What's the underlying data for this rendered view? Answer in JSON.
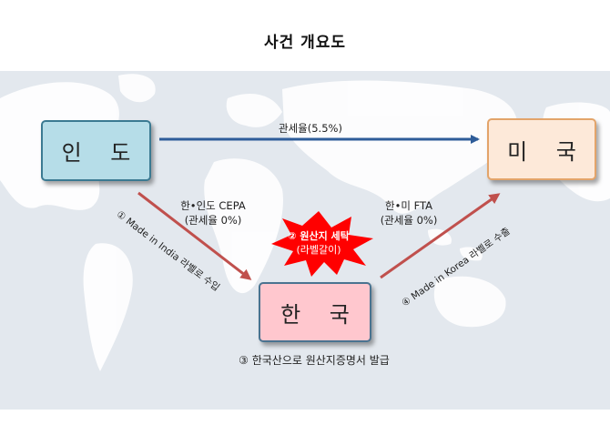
{
  "title": "사건 개요도",
  "nodes": {
    "india": "인 도",
    "usa": "미 국",
    "korea": "한 국"
  },
  "labels": {
    "india_usa_tariff": "관세율(5.5%)",
    "india_korea_agreement": "한•인도 CEPA",
    "india_korea_tariff": "(관세율 0%)",
    "korea_usa_agreement": "한•미 FTA",
    "korea_usa_tariff": "(관세율 0%)",
    "step1": "① Made in India 라벨로 수입",
    "step2_line1": "② 원산지 세탁",
    "step2_line2": "(라벨갈이)",
    "step3": "③ 한국산으로 원산지증명서 발급",
    "step4": "④ Made in Korea 라벨로 수출"
  },
  "colors": {
    "india_fill": "#b6dde8",
    "usa_fill": "#fde9d9",
    "korea_fill": "#ffc7ce",
    "arrow_blue": "#2e5c99",
    "arrow_red": "#c0504d",
    "burst": "#ff0000",
    "map_bg": "#e3e8ee",
    "land": "#ffffff"
  }
}
